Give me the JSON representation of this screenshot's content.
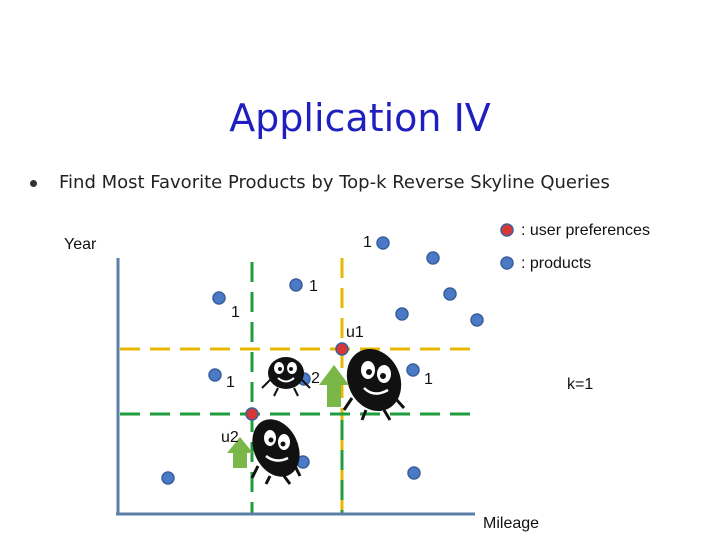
{
  "slide": {
    "title": "Application IV",
    "bullet": "Find Most Favorite Products by Top-k Reverse Skyline Queries"
  },
  "diagram": {
    "y_axis_label": "Year",
    "x_axis_label": "Mileage",
    "legend": {
      "user_preferences": ": user preferences",
      "products": ": products"
    },
    "k_label": "k=1",
    "users": [
      {
        "id": "u1",
        "label": "u1"
      },
      {
        "id": "u2",
        "label": "u2"
      }
    ],
    "count_labels": [
      "1",
      "1",
      "1",
      "1",
      "2",
      "1"
    ],
    "colors": {
      "axis": "#5b7fa8",
      "user_line": "#e8b800",
      "user2_line": "#1e9e3e",
      "product_fill": "#4a79c8",
      "user_fill": "#d63838",
      "arrow": "#7ab648"
    }
  }
}
